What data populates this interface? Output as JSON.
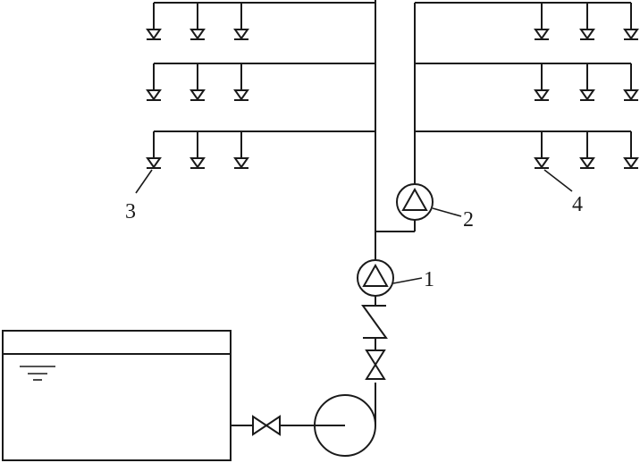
{
  "diagram": {
    "labels": {
      "booster_pump_1": "1",
      "booster_pump_2": "2",
      "sprinkler_left": "3",
      "sprinkler_right": "4"
    },
    "components": {
      "tank": "water-tank",
      "main_pump": "main-pump",
      "gate_valve_tank": "gate-valve",
      "gate_valve_riser": "gate-valve",
      "check_valve": "check-valve",
      "sprinkler": "sprinkler-head-symbol"
    },
    "stroke_color": "#1a1a1a",
    "background": "#ffffff"
  }
}
